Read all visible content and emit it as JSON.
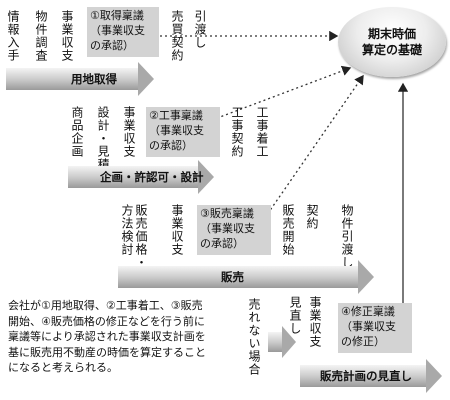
{
  "goal": {
    "line1": "期末時価",
    "line2": "算定の基礎"
  },
  "stages": {
    "land": "用地取得",
    "plan": "企画・許認可・設計",
    "sales": "販売",
    "review": "販売計画の見直し"
  },
  "approvals": {
    "a1": {
      "title": "①取得稟議",
      "line2": "（事業収支",
      "line3": "の承認）"
    },
    "a2": {
      "title": "②工事稟議",
      "line2": "（事業収支",
      "line3": "の承認）"
    },
    "a3": {
      "title": "③販売稟議",
      "line2": "（事業収支",
      "line3": "の承認）"
    },
    "a4": {
      "title": "④修正稟議",
      "line2": "（事業収支",
      "line3": "の修正）"
    }
  },
  "tasks": {
    "row1": [
      "情報入手",
      "物件調査",
      "事業収支",
      "売買契約",
      "引渡し"
    ],
    "row2": [
      "商品企画",
      "設計・見積",
      "事業収支",
      "工事契約",
      "工事着工"
    ],
    "row3": [
      "方法検討",
      "販売価格・",
      "事業収支",
      "販売開始",
      "契約",
      "物件引渡し"
    ],
    "row4": [
      "売れない場合",
      "事業収支",
      "見直し"
    ]
  },
  "note": {
    "l1": "会社が①用地取得、②工事着工、③販売",
    "l2": "開始、④販売価格の修正などを行う前に",
    "l3": "稟議等により承認された事業収支計画を",
    "l4": "基に販売用不動産の時価を算定すること",
    "l5": "になると考えられる。"
  }
}
